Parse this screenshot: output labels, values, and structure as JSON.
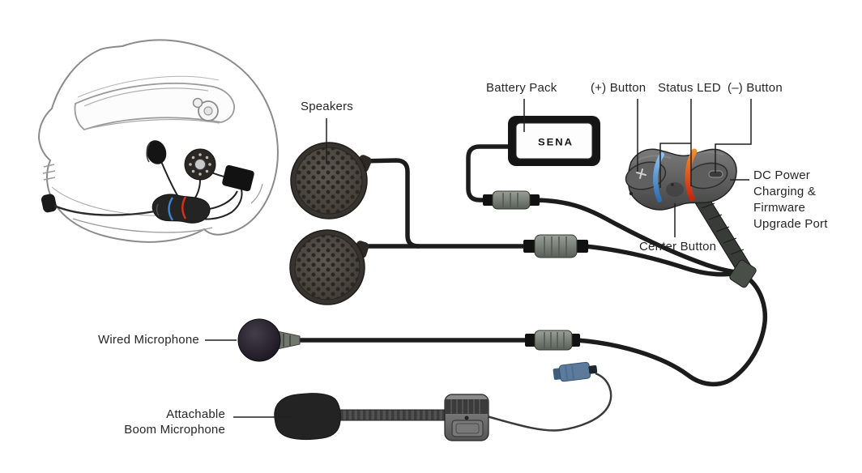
{
  "diagram": {
    "description": "Helmet Bluetooth headset installation parts diagram",
    "labels": {
      "speakers": "Speakers",
      "battery_pack": "Battery Pack",
      "plus_button": "(+) Button",
      "status_led": "Status LED",
      "minus_button": "(–) Button",
      "dc_power_1": "DC Power",
      "dc_power_2": "Charging &",
      "dc_power_3": "Firmware",
      "dc_power_4": "Upgrade Port",
      "center_button": "Center Button",
      "wired_microphone": "Wired Microphone",
      "boom_mic_1": "Attachable",
      "boom_mic_2": "Boom Microphone"
    },
    "battery_pack_logo": "SENA",
    "colors": {
      "background": "#ffffff",
      "label_text": "#262626",
      "leader_line": "#1f1f1f",
      "cable_black": "#1c1c1c",
      "device_gray": "#5a5a5a",
      "led_blue": "#3f86cc",
      "led_red": "#d6331c",
      "led_orange": "#ef8c2e",
      "connector_gray": "#7c817a",
      "connector_blue": "#5c7a9c",
      "speaker_face": "#4e4942",
      "helmet_line": "#8b8b8b"
    }
  }
}
